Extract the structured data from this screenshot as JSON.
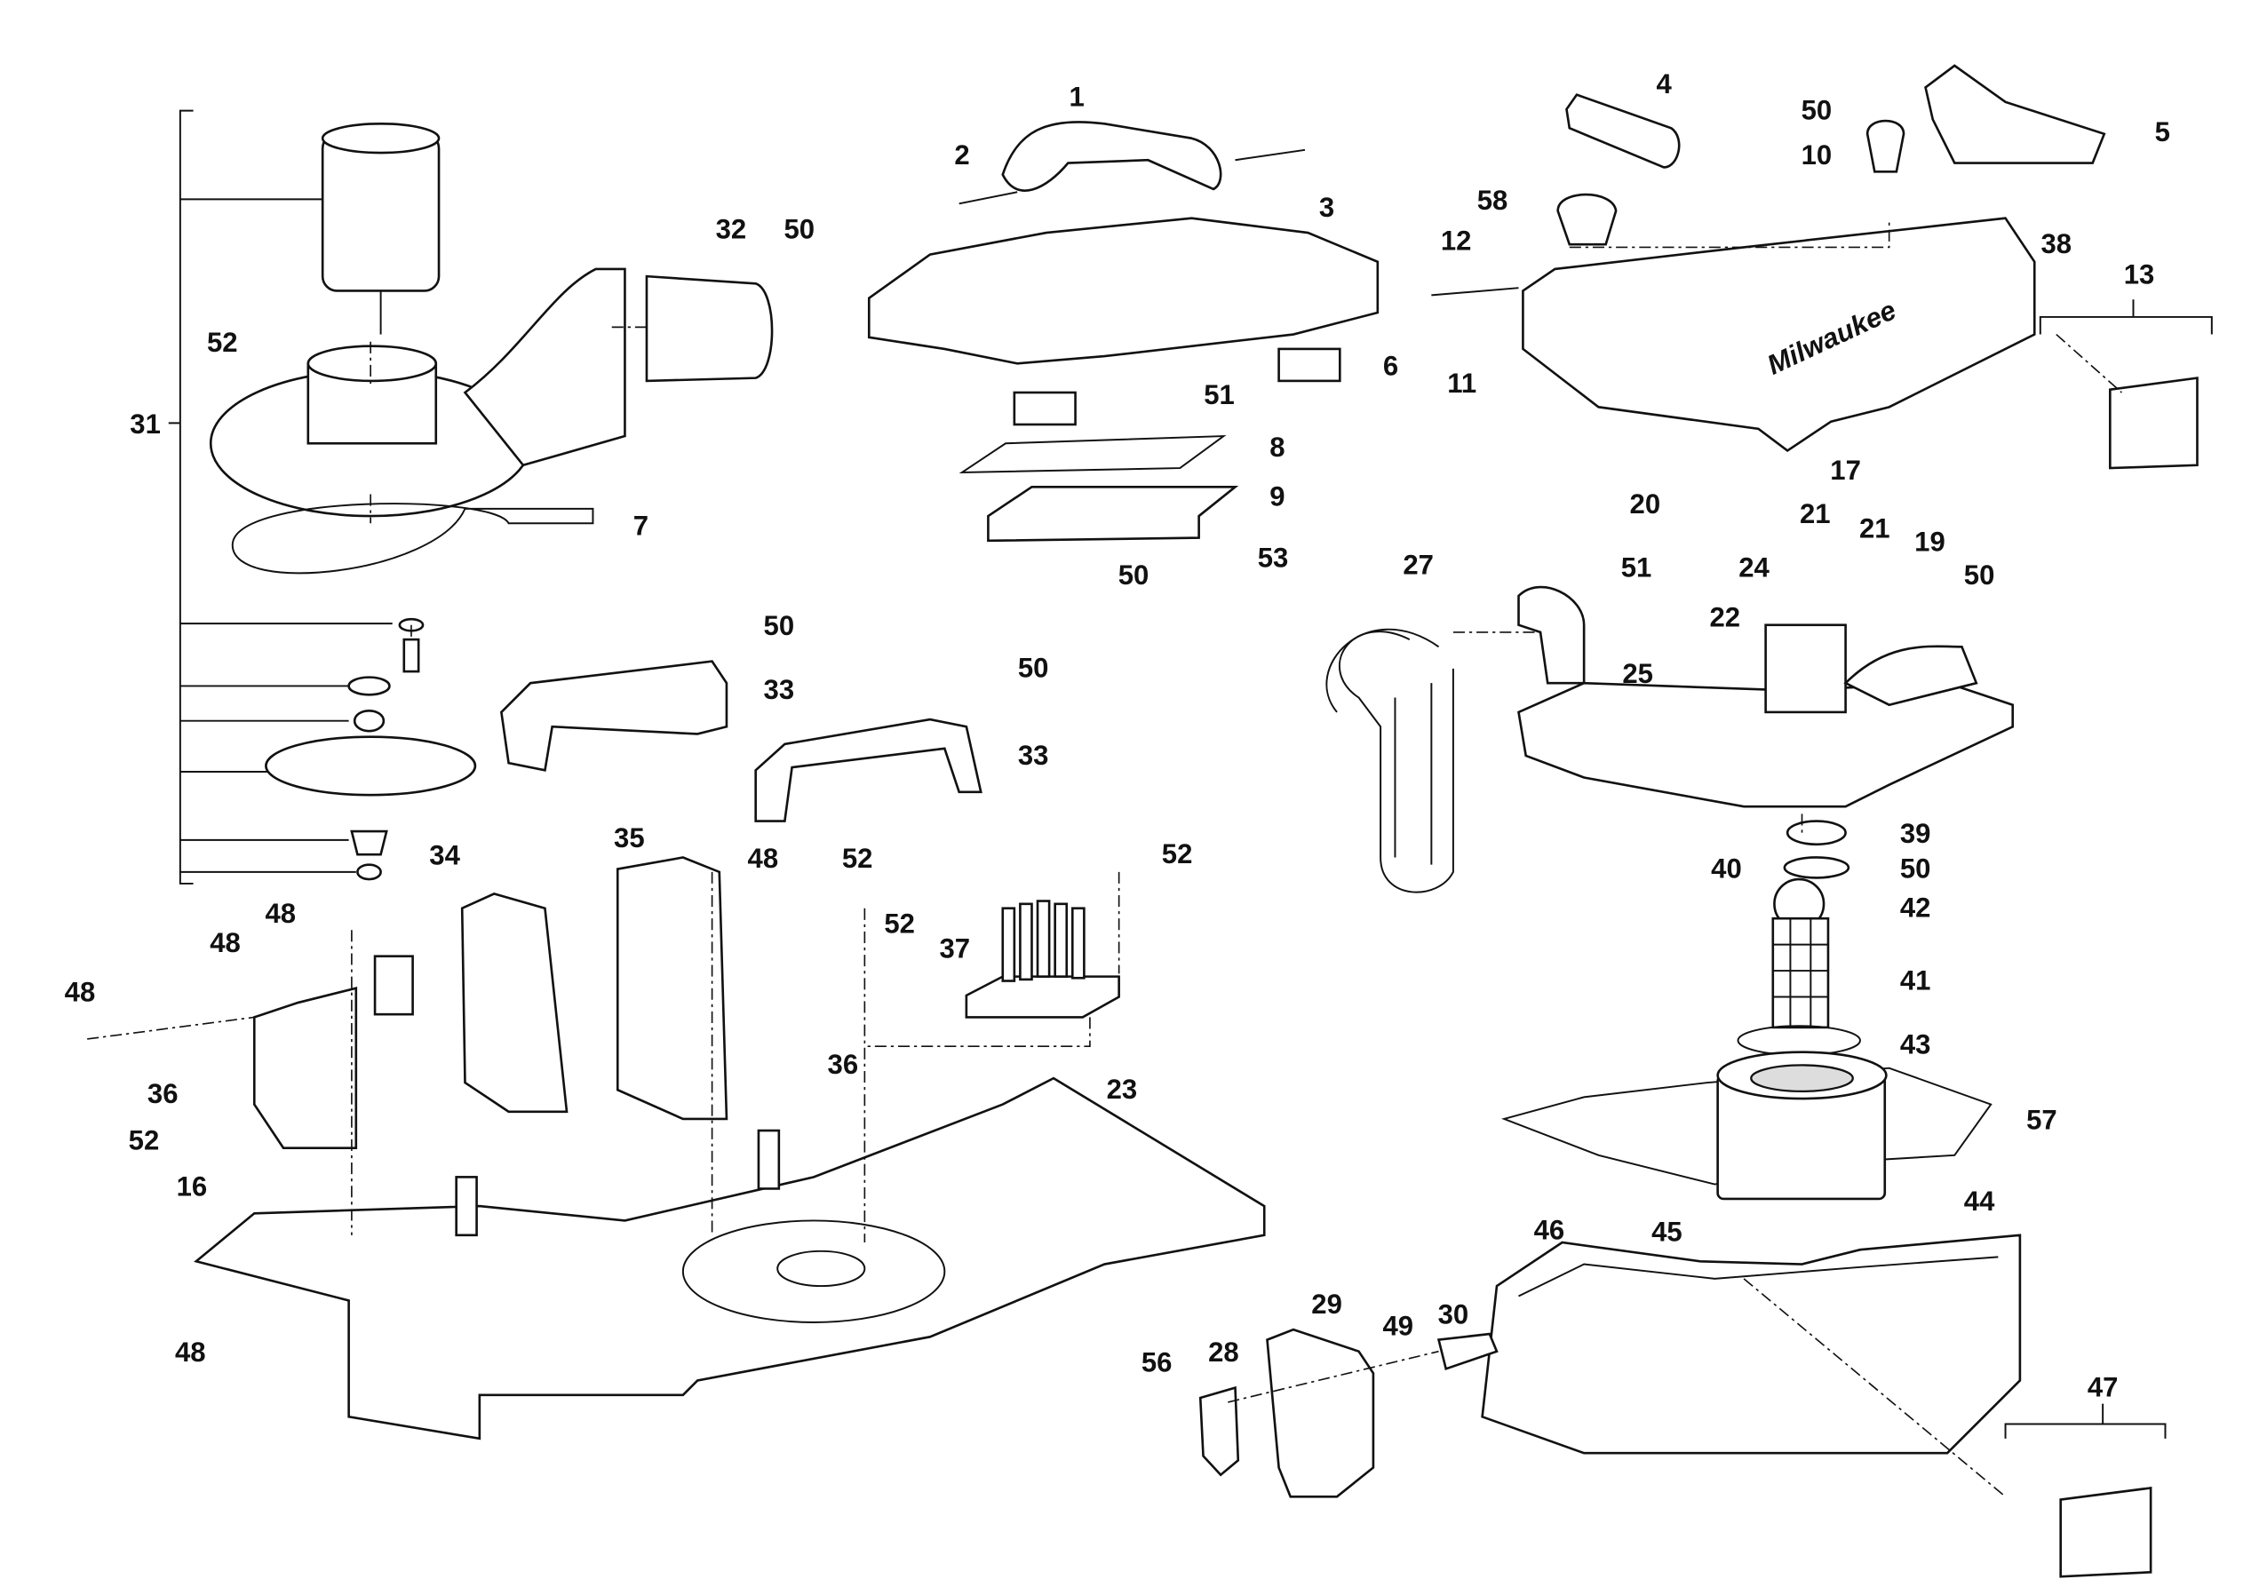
{
  "diagram": {
    "type": "exploded parts diagram",
    "brand_logo_text": "Milwaukee",
    "callouts": [
      "1",
      "2",
      "3",
      "4",
      "5",
      "50",
      "10",
      "58",
      "12",
      "38",
      "13",
      "11",
      "6",
      "51",
      "8",
      "9",
      "50",
      "53",
      "17",
      "20",
      "21",
      "21",
      "19",
      "50",
      "24",
      "51",
      "27",
      "22",
      "25",
      "31",
      "32",
      "50",
      "52",
      "7",
      "50",
      "33",
      "50",
      "33",
      "34",
      "35",
      "48",
      "52",
      "52",
      "52",
      "37",
      "48",
      "48",
      "48",
      "36",
      "36",
      "23",
      "52",
      "16",
      "48",
      "39",
      "40",
      "50",
      "42",
      "41",
      "43",
      "57",
      "44",
      "45",
      "46",
      "29",
      "49",
      "30",
      "28",
      "56",
      "47"
    ]
  }
}
